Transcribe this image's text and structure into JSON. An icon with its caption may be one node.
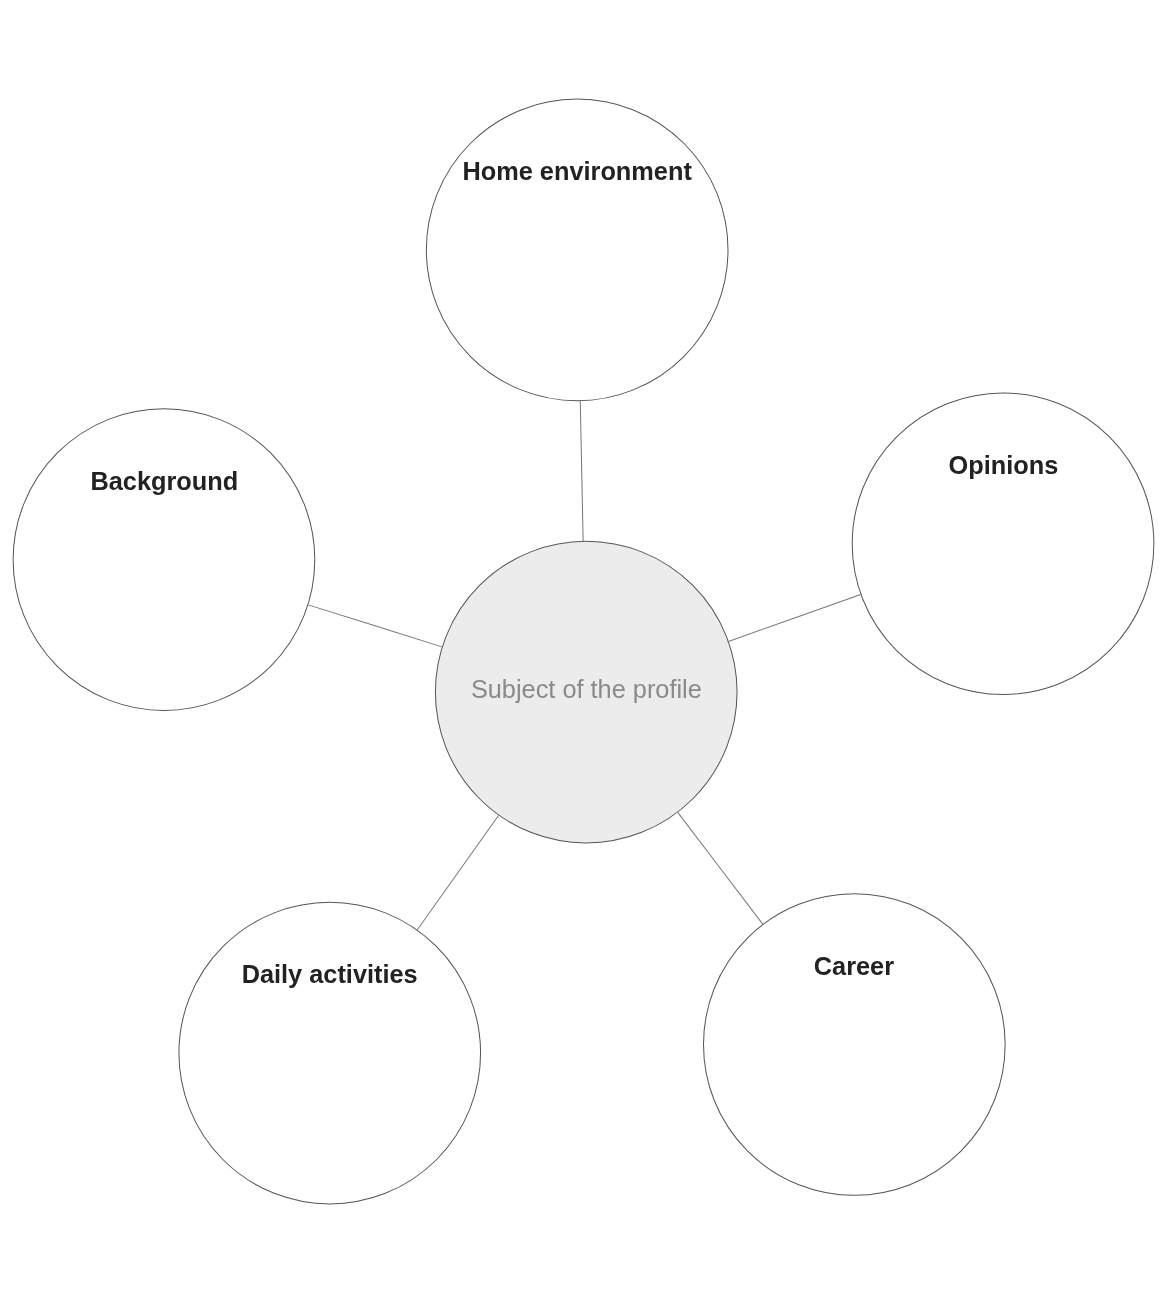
{
  "diagram": {
    "nodes": [
      {
        "text": [
          "Daily activities"
        ]
      },
      {
        "text": [
          "Career"
        ]
      },
      {
        "text": [
          "Subject of the profile"
        ]
      },
      {
        "text": [
          "Home environment"
        ]
      },
      {
        "text": [
          "Opinions"
        ]
      },
      {
        "text": [
          "Background"
        ]
      }
    ],
    "edges": [
      {
        "from": 2,
        "to": 0,
        "arrow": "none"
      },
      {
        "from": 2,
        "to": 1,
        "arrow": "none"
      },
      {
        "from": 2,
        "to": 3,
        "arrow": "none"
      },
      {
        "from": 2,
        "to": 4,
        "arrow": "none"
      },
      {
        "from": 2,
        "to": 5,
        "arrow": "none"
      }
    ]
  }
}
